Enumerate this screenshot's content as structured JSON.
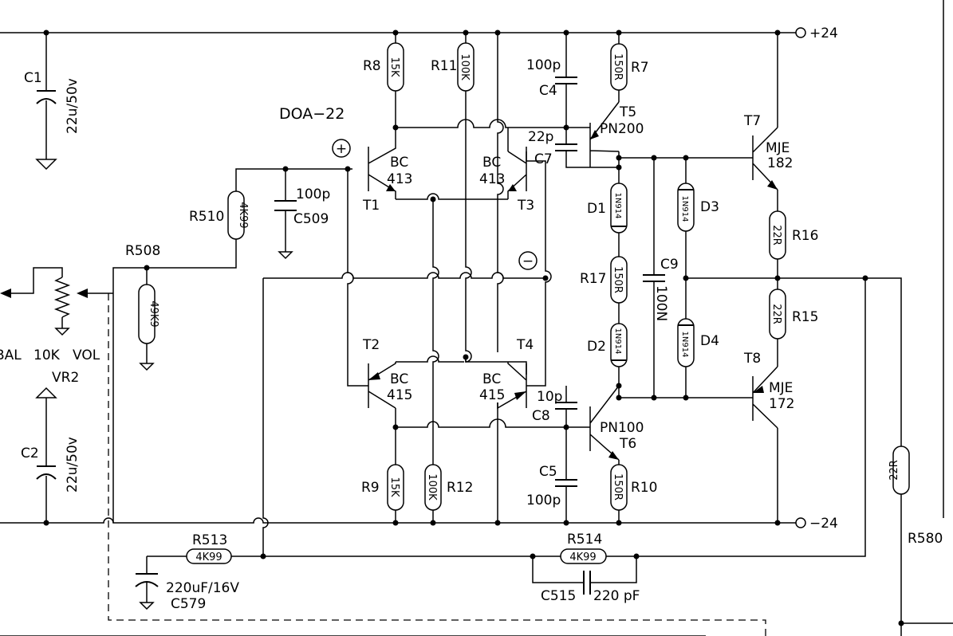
{
  "title": "DOA−22",
  "rails": {
    "pos": "+24",
    "neg": "−24"
  },
  "inputs": {
    "plus": "+",
    "minus": "−"
  },
  "pot": {
    "bal": "BAL",
    "value": "10K",
    "vol": "VOL",
    "ref": "VR2"
  },
  "resistors": [
    {
      "ref": "R8",
      "value": "15K"
    },
    {
      "ref": "R11",
      "value": "100K"
    },
    {
      "ref": "R7",
      "value": "150R"
    },
    {
      "ref": "R510",
      "value": "4K99"
    },
    {
      "ref": "R508",
      "value": "49K9"
    },
    {
      "ref": "R17",
      "value": "150R"
    },
    {
      "ref": "R16",
      "value": "22R"
    },
    {
      "ref": "R15",
      "value": "22R"
    },
    {
      "ref": "R9",
      "value": "15K"
    },
    {
      "ref": "R12",
      "value": "100K"
    },
    {
      "ref": "R10",
      "value": "150R"
    },
    {
      "ref": "R513",
      "value": "4K99"
    },
    {
      "ref": "R514",
      "value": "4K99"
    },
    {
      "ref": "R580",
      "value": "22R"
    }
  ],
  "capacitors": [
    {
      "ref": "C1",
      "value": "22u/50v"
    },
    {
      "ref": "C2",
      "value": "22u/50v"
    },
    {
      "ref": "C4",
      "value": "100p"
    },
    {
      "ref": "C7",
      "value": "22p"
    },
    {
      "ref": "C509",
      "value": "100p"
    },
    {
      "ref": "C9",
      "value": "100N"
    },
    {
      "ref": "C8",
      "value": "10p"
    },
    {
      "ref": "C5",
      "value": "100p"
    },
    {
      "ref": "C515",
      "value": "220 pF"
    },
    {
      "ref": "C579",
      "value": "220uF/16V"
    }
  ],
  "diodes": [
    {
      "ref": "D1",
      "value": "1N914"
    },
    {
      "ref": "D2",
      "value": "1N914"
    },
    {
      "ref": "D3",
      "value": "1N914"
    },
    {
      "ref": "D4",
      "value": "1N914"
    }
  ],
  "transistors": [
    {
      "ref": "T1",
      "type": "BC",
      "part": "413"
    },
    {
      "ref": "T3",
      "type": "BC",
      "part": "413"
    },
    {
      "ref": "T2",
      "type": "BC",
      "part": "415"
    },
    {
      "ref": "T4",
      "type": "BC",
      "part": "415"
    },
    {
      "ref": "T5",
      "part": "PN200"
    },
    {
      "ref": "T6",
      "part": "PN100"
    },
    {
      "ref": "T7",
      "type": "MJE",
      "part": "182"
    },
    {
      "ref": "T8",
      "type": "MJE",
      "part": "172"
    }
  ]
}
